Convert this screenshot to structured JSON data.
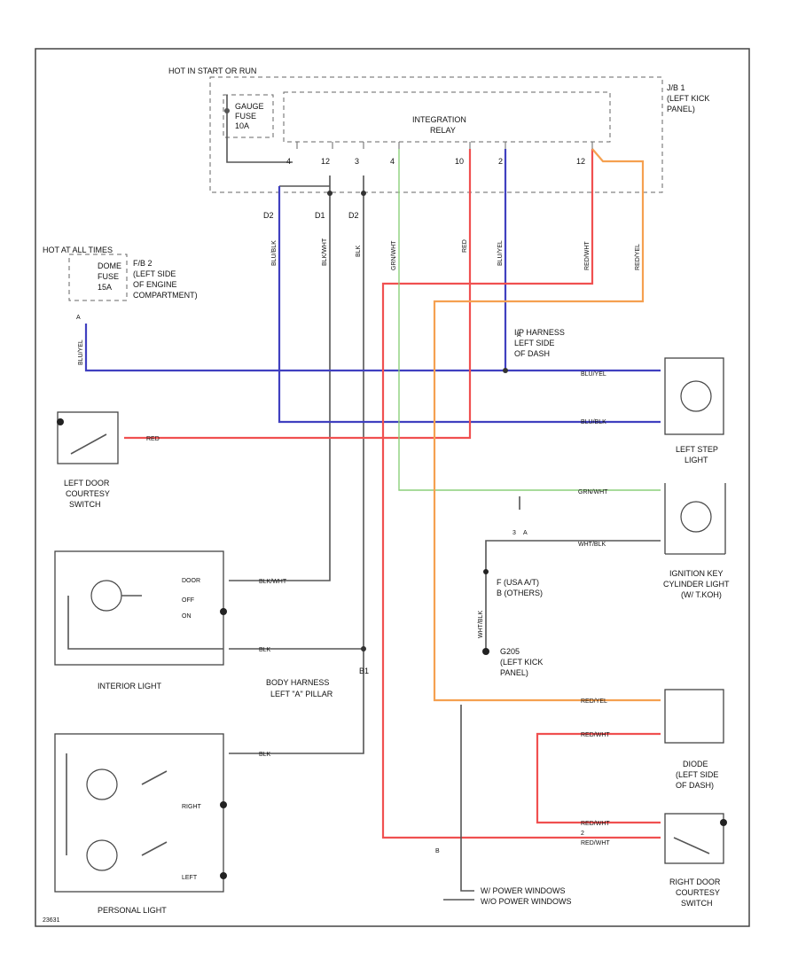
{
  "diagram": {
    "hot_in_start": "HOT IN START OR RUN",
    "gauge_fuse": [
      "GAUGE",
      "FUSE",
      "10A"
    ],
    "integration_relay": [
      "INTEGRATION",
      "RELAY"
    ],
    "jb_label": [
      "J/B 1",
      "(LEFT KICK",
      "PANEL)"
    ],
    "relay_pins": [
      "4",
      "12",
      "3",
      "4",
      "10",
      "2",
      "12"
    ],
    "conn_labels": [
      "D2",
      "D1",
      "D2"
    ],
    "hot_at_all_times": "HOT AT ALL TIMES",
    "dome_fuse": [
      "DOME",
      "FUSE",
      "15A"
    ],
    "fuse_box_label": [
      "F/B 2",
      "(LEFT SIDE",
      "OF ENGINE",
      "COMPARTMENT)"
    ],
    "ip_harness": [
      "I/P HARNESS",
      "LEFT SIDE",
      "OF DASH"
    ],
    "left_step_light": [
      "LEFT STEP",
      "LIGHT"
    ],
    "left_door_switch": [
      "LEFT DOOR",
      "COURTESY",
      "SWITCH"
    ],
    "ignition_key_light": [
      "IGNITION KEY",
      "CYLINDER LIGHT",
      "(W/ T.KOH)"
    ],
    "ground_note": [
      "F (USA A/T)",
      "B (OTHERS)"
    ],
    "g205": [
      "G205",
      "(LEFT KICK",
      "PANEL)"
    ],
    "interior_light": "INTERIOR LIGHT",
    "int_switch": [
      "DOOR",
      "OFF",
      "ON"
    ],
    "body_harness": [
      "B1",
      "BODY HARNESS",
      "LEFT \"A\" PILLAR"
    ],
    "diode": [
      "DIODE",
      "(LEFT SIDE",
      "OF DASH)"
    ],
    "personal_light": "PERSONAL LIGHT",
    "pers_switch": [
      "RIGHT",
      "LEFT"
    ],
    "right_door_switch": [
      "RIGHT DOOR",
      "COURTESY",
      "SWITCH"
    ],
    "power_windows": [
      "W/ POWER WINDOWS",
      "W/O POWER WINDOWS"
    ],
    "wire_colors": {
      "blu_yel": "BLU/YEL",
      "blu_blk": "BLU/BLK",
      "red": "RED",
      "grn_wht": "GRN/WHT",
      "wht_blk": "WHT/BLK",
      "blk_wht": "BLK/WHT",
      "blk": "BLK",
      "red_yel": "RED/YEL",
      "red_wht": "RED/WHT"
    },
    "small_marks": [
      "A",
      "A",
      "3",
      "A",
      "2",
      "B"
    ],
    "fig_code": "23631"
  },
  "colors": {
    "blue": "#4040c0",
    "red": "#f05050",
    "green": "#8ccf7a",
    "orange": "#f5a050",
    "black": "#555555"
  }
}
